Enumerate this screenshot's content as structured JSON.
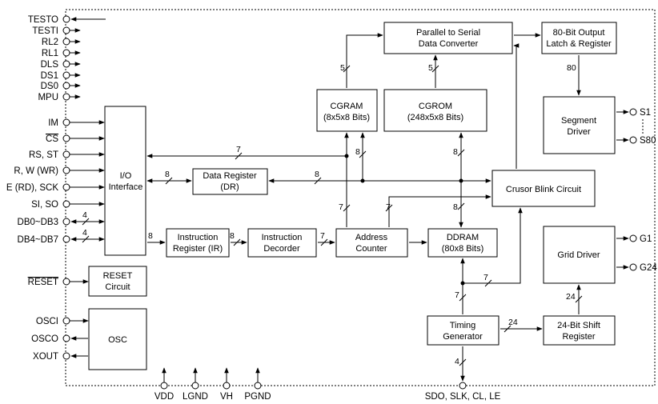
{
  "left_pins": [
    {
      "label": "TESTO"
    },
    {
      "label": "TESTI"
    },
    {
      "label": "RL2"
    },
    {
      "label": "RL1"
    },
    {
      "label": "DLS"
    },
    {
      "label": "DS1"
    },
    {
      "label": "DS0"
    },
    {
      "label": "MPU"
    },
    {
      "label": "IM"
    },
    {
      "label": "CS",
      "overline": true
    },
    {
      "label": "RS, ST"
    },
    {
      "label": "R, W (WR)"
    },
    {
      "label": "E (RD), SCK"
    },
    {
      "label": "SI, SO"
    },
    {
      "label": "DB0~DB3"
    },
    {
      "label": "DB4~DB7"
    },
    {
      "label": "RESET",
      "overline": true
    },
    {
      "label": "OSCI"
    },
    {
      "label": "OSCO"
    },
    {
      "label": "XOUT"
    }
  ],
  "bottom_pins": [
    {
      "label": "VDD"
    },
    {
      "label": "LGND"
    },
    {
      "label": "VH"
    },
    {
      "label": "PGND"
    }
  ],
  "bottom_right_pin": {
    "label": "SDO, SLK, CL, LE"
  },
  "right_pins": [
    {
      "label": "S1"
    },
    {
      "label": "S80"
    },
    {
      "label": "G1"
    },
    {
      "label": "G24"
    }
  ],
  "blocks": {
    "io_interface": {
      "line1": "I/O",
      "line2": "Interface"
    },
    "data_register": {
      "line1": "Data Register",
      "line2": "(DR)"
    },
    "instruction_register": {
      "line1": "Instruction",
      "line2": "Register (IR)"
    },
    "instruction_decoder": {
      "line1": "Instruction",
      "line2": "Decorder"
    },
    "address_counter": {
      "line1": "Address",
      "line2": "Counter"
    },
    "ddram": {
      "line1": "DDRAM",
      "line2": "(80x8 Bits)"
    },
    "cgram": {
      "line1": "CGRAM",
      "line2": "(8x5x8 Bits)"
    },
    "cgrom": {
      "line1": "CGROM",
      "line2": "(248x5x8 Bits)"
    },
    "parallel_serial": {
      "line1": "Parallel to Serial",
      "line2": "Data Converter"
    },
    "output_latch": {
      "line1": "80-Bit Output",
      "line2": "Latch & Register"
    },
    "segment_driver": {
      "line1": "Segment",
      "line2": "Driver"
    },
    "cursor_blink": {
      "line1": "Crusor Blink Circuit"
    },
    "grid_driver": {
      "line1": "Grid Driver"
    },
    "timing_generator": {
      "line1": "Timing",
      "line2": "Generator"
    },
    "shift_register": {
      "line1": "24-Bit Shift",
      "line2": "Register"
    },
    "reset_circuit": {
      "line1": "RESET",
      "line2": "Circuit"
    },
    "osc": {
      "line1": "OSC"
    }
  },
  "bus_widths": {
    "io_to_cgram": "7",
    "io_to_dr": "8",
    "dr_to_blink": "8",
    "db0_db3": "4",
    "db4_db7": "4",
    "io_to_ir": "8",
    "ir_to_decoder": "8",
    "decoder_to_ac": "7",
    "ac_to_cgram": "7",
    "ac_to_blink": "7",
    "cgram_to_ps": "5",
    "cgrom_to_ps": "5",
    "dr_to_cgram": "8",
    "cgrom_to_ddram": "8",
    "blink_to_ddram": "8",
    "ps_to_latch": "80",
    "ddram_to_blink": "7",
    "timing_to_ddram": "7",
    "timing_to_shift": "24",
    "shift_to_grid": "24",
    "timing_to_sdo": "4"
  }
}
